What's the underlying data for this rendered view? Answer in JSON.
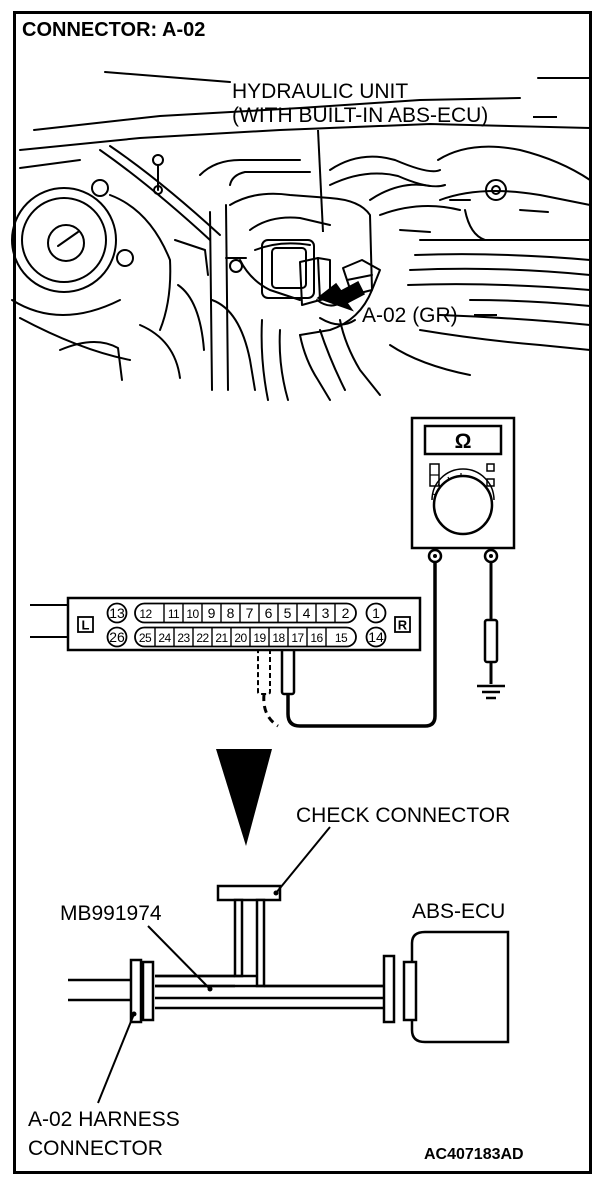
{
  "diagram": {
    "title": "CONNECTOR: A-02",
    "labels": {
      "hydraulic_unit_line1": "HYDRAULIC UNIT",
      "hydraulic_unit_line2": "(WITH BUILT-IN ABS-ECU)",
      "connector_callout": "A-02 (GR)",
      "check_connector": "CHECK CONNECTOR",
      "tool_number": "MB991974",
      "abs_ecu": "ABS-ECU",
      "harness_line1": "A-02 HARNESS",
      "harness_line2": "CONNECTOR",
      "figure_code": "AC407183AD"
    },
    "meter": {
      "symbol": "Ω"
    },
    "connector": {
      "left_tag": "L",
      "right_tag": "R",
      "top_group_a": [
        "13"
      ],
      "top_group_b": [
        "12",
        "11",
        "10",
        "9",
        "8",
        "7",
        "6",
        "5",
        "4",
        "3",
        "2"
      ],
      "top_group_c": [
        "1"
      ],
      "bottom_group_a": [
        "26"
      ],
      "bottom_group_b": [
        "25",
        "24",
        "23",
        "22",
        "21",
        "20",
        "19",
        "18",
        "17",
        "16",
        "15"
      ],
      "bottom_group_c": [
        "14"
      ]
    }
  }
}
